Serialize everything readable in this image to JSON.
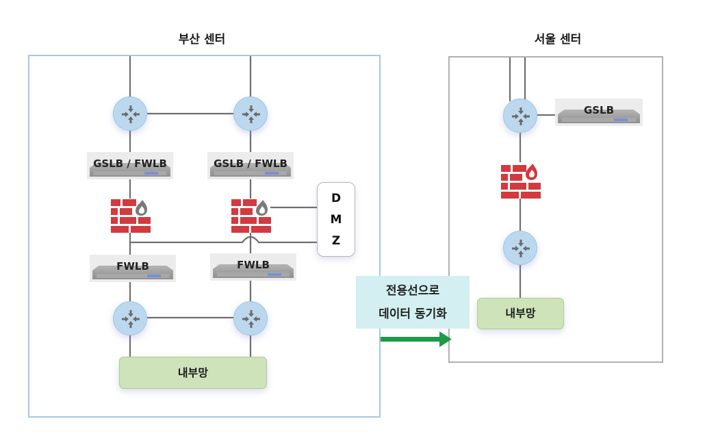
{
  "busan": {
    "title": "부산 센터",
    "left_device_top": "GSLB / FWLB",
    "right_device_top": "GSLB / FWLB",
    "left_device_bottom": "FWLB",
    "right_device_bottom": "FWLB",
    "dmz_letters": [
      "D",
      "M",
      "Z"
    ],
    "internal_label": "내부망"
  },
  "seoul": {
    "title": "서울 센터",
    "device_label": "GSLB",
    "internal_label": "내부망"
  },
  "sync": {
    "line1": "전용선으로",
    "line2": "데이터 동기화"
  },
  "colors": {
    "busan_border": "#a7c6e3",
    "seoul_border": "#b0b0b0",
    "router_fill": "#bcd8ef",
    "firewall_red": "#d23a3f",
    "internal_fill": "#cfe3ba",
    "sync_fill": "#d3eff1",
    "arrow_green": "#1e9a4a"
  },
  "icons": {
    "router": "router-arrows-icon",
    "firewall": "firewall-brick-flame-icon",
    "device": "rack-server-icon"
  }
}
